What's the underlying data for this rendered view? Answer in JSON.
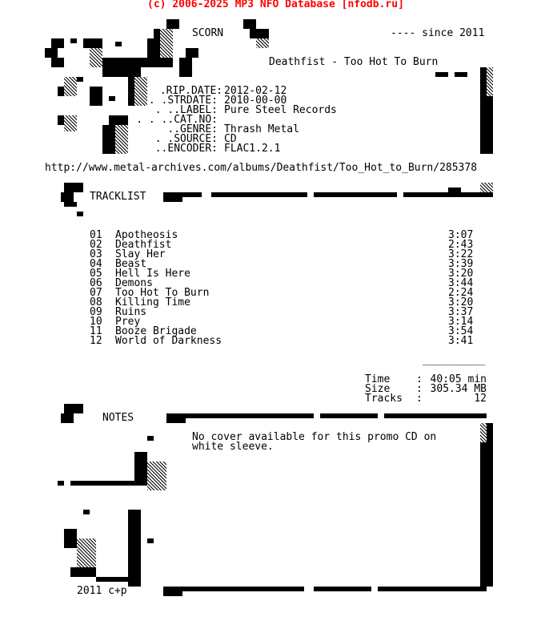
{
  "header_line": "(c) 2006-2025 MP3 NFO Database [nfodb.ru]",
  "group": "SCORN",
  "since": "---- since 2011",
  "release_title": "Deathfist - Too Hot To Burn",
  "info": [
    {
      "label": " .RIP.DATE:",
      "value": "2012-02-12"
    },
    {
      "label": ". .STRDATE:",
      "value": "2010-00-00"
    },
    {
      "label": " . ..LABEL:",
      "value": "Pure Steel Records"
    },
    {
      "label": ". . ..CAT.NO:",
      "value": ""
    },
    {
      "label": "  ..GENRE:",
      "value": "Thrash Metal"
    },
    {
      "label": ". .SOURCE:",
      "value": "CD"
    },
    {
      "label": "..ENCODER:",
      "value": "FLAC1.2.1"
    }
  ],
  "url": "http://www.metal-archives.com/albums/Deathfist/Too_Hot_to_Burn/285378",
  "tracklist_heading": "TRACKLIST",
  "tracks": [
    {
      "num": "01",
      "title": "Apotheosis",
      "time": "3:07"
    },
    {
      "num": "02",
      "title": "Deathfist",
      "time": "2:43"
    },
    {
      "num": "03",
      "title": "Slay Her",
      "time": "3:22"
    },
    {
      "num": "04",
      "title": "Beast",
      "time": "3:39"
    },
    {
      "num": "05",
      "title": "Hell Is Here",
      "time": "3:20"
    },
    {
      "num": "06",
      "title": "Demons",
      "time": "3:44"
    },
    {
      "num": "07",
      "title": "Too Hot To Burn",
      "time": "2:24"
    },
    {
      "num": "08",
      "title": "Killing Time",
      "time": "3:20"
    },
    {
      "num": "09",
      "title": "Ruins",
      "time": "3:37"
    },
    {
      "num": "10",
      "title": "Prey",
      "time": "3:14"
    },
    {
      "num": "11",
      "title": "Booze Brigade",
      "time": "3:54"
    },
    {
      "num": "12",
      "title": "World of Darkness",
      "time": "3:41"
    }
  ],
  "totals": {
    "rule": "__________",
    "time_label": "Time",
    "time_value": "40:05 min",
    "size_label": "Size",
    "size_value": "305.34 MB",
    "tracks_label": "Tracks",
    "tracks_value": "12"
  },
  "notes_heading": "NOTES",
  "notes_lines": [
    "No cover available for this promo CD on",
    "white sleeve."
  ],
  "footer": "2011 c+p"
}
